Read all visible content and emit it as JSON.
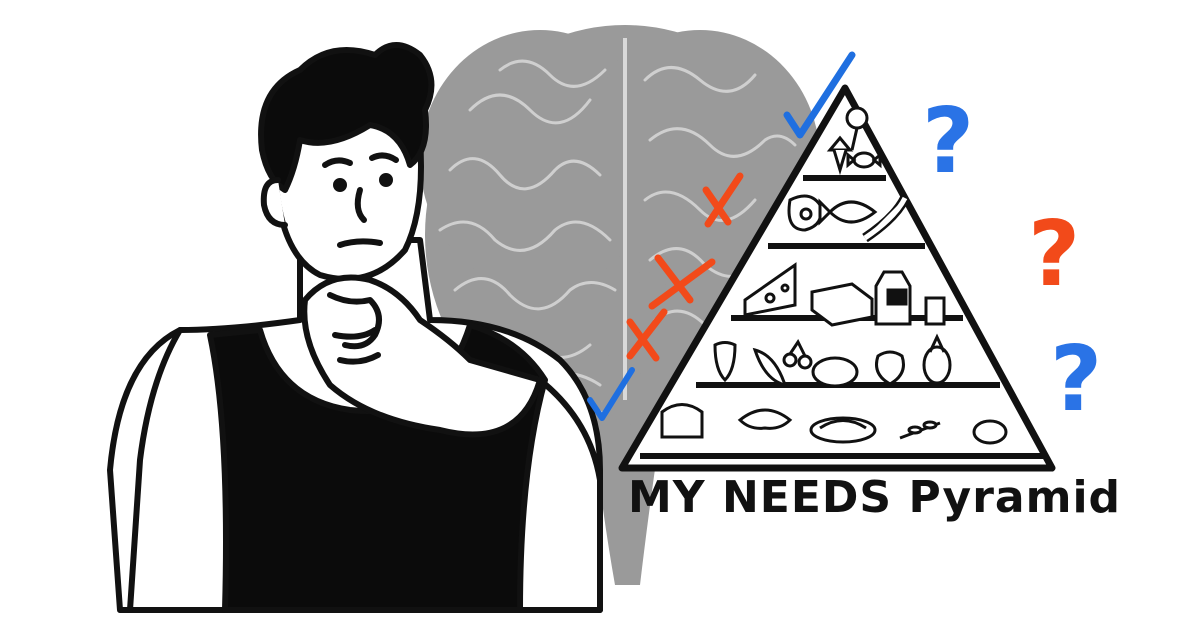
{
  "caption": {
    "part1": "MY NEEDS",
    "part2": "Pyramid"
  },
  "colors": {
    "brain": "#9a9a9a",
    "brain_lines": "#cfcfcf",
    "ink": "#111111",
    "check": "#1f6fe0",
    "cross": "#f24a1a",
    "question_blue": "#2a73e6",
    "question_red": "#f24a1a"
  },
  "pyramid_tiers": [
    {
      "tier": "top",
      "icons": [
        "lollipop-icon",
        "ice-cream-icon",
        "candy-icon"
      ]
    },
    {
      "tier": "second",
      "icons": [
        "steak-icon",
        "fish-icon",
        "sausage-icon"
      ]
    },
    {
      "tier": "third",
      "icons": [
        "cheese-icon",
        "butter-icon",
        "milk-jug-icon",
        "glass-icon"
      ]
    },
    {
      "tier": "fourth",
      "icons": [
        "strawberry-icon",
        "banana-icon",
        "cherries-icon",
        "eggplant-icon",
        "apple-icon",
        "pineapple-icon"
      ]
    },
    {
      "tier": "base",
      "icons": [
        "bread-icon",
        "croissant-icon",
        "pasta-icon",
        "herb-icon",
        "potato-icon"
      ]
    }
  ],
  "marks": {
    "checks": 2,
    "crosses": 3,
    "question_marks": [
      "?",
      "?",
      "?"
    ]
  }
}
